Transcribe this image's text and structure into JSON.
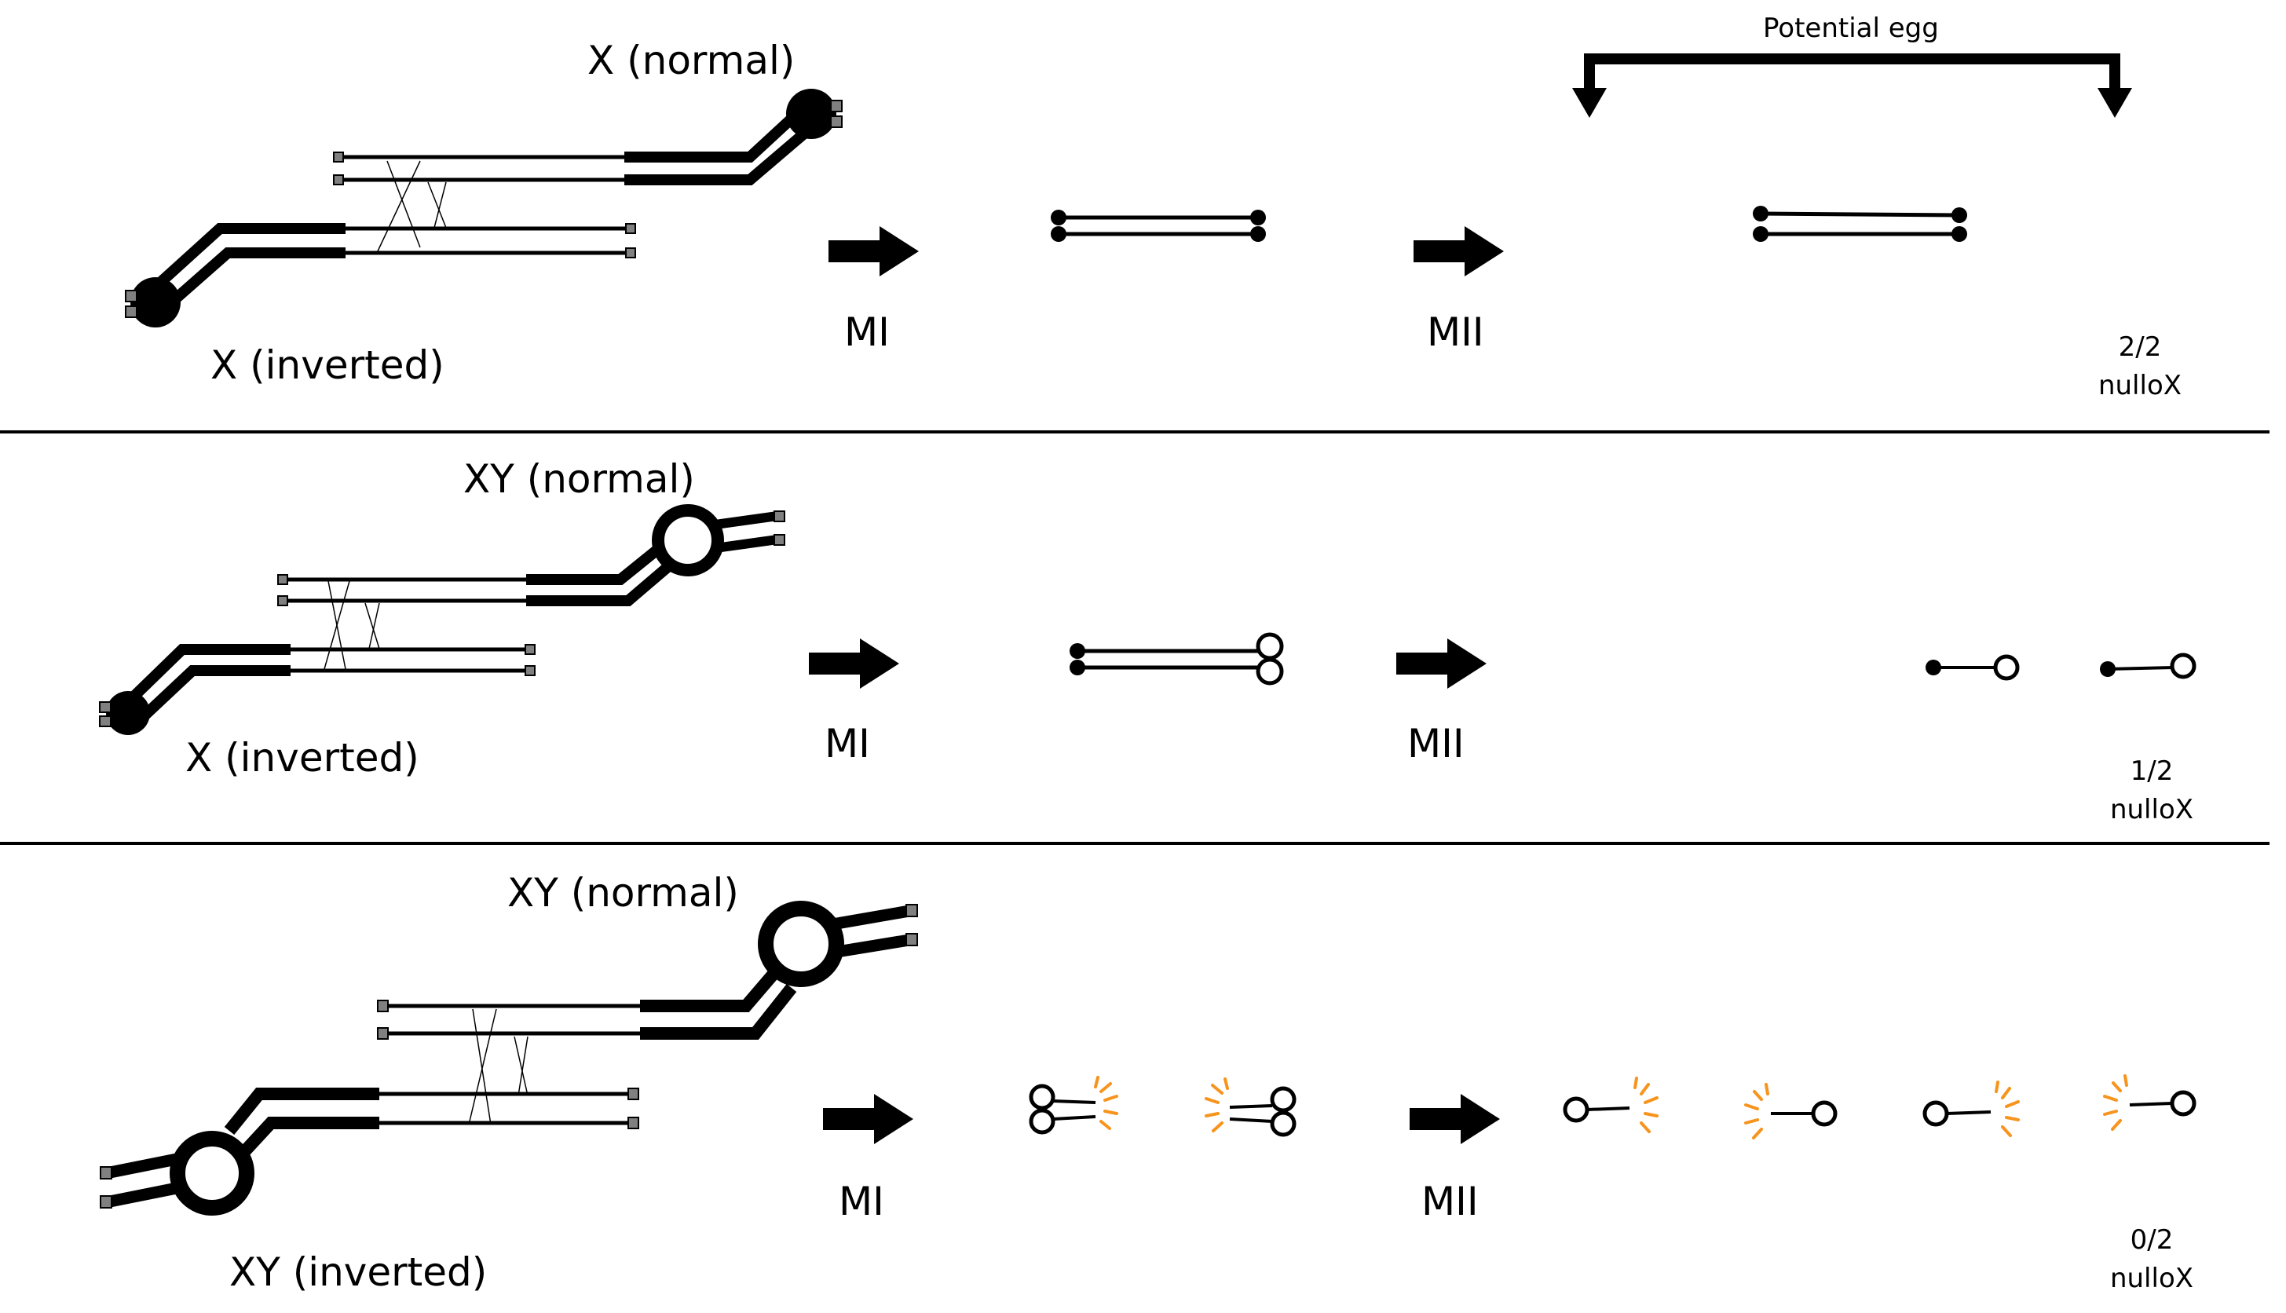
{
  "colors": {
    "ink": "#000000",
    "telomere": "#808080",
    "break": "#f7941d",
    "background": "#ffffff"
  },
  "header": {
    "potential_egg": "Potential egg"
  },
  "rows": [
    {
      "top_label": "X (normal)",
      "bottom_label": "X (inverted)",
      "step1": "MI",
      "step2": "MII",
      "ratio": "2/2",
      "outcome": "nulloX"
    },
    {
      "top_label": "XY (normal)",
      "bottom_label": "X (inverted)",
      "step1": "MI",
      "step2": "MII",
      "ratio": "1/2",
      "outcome": "nulloX"
    },
    {
      "top_label": "XY (normal)",
      "bottom_label": "XY (inverted)",
      "step1": "MI",
      "step2": "MII",
      "ratio": "0/2",
      "outcome": "nulloX"
    }
  ]
}
